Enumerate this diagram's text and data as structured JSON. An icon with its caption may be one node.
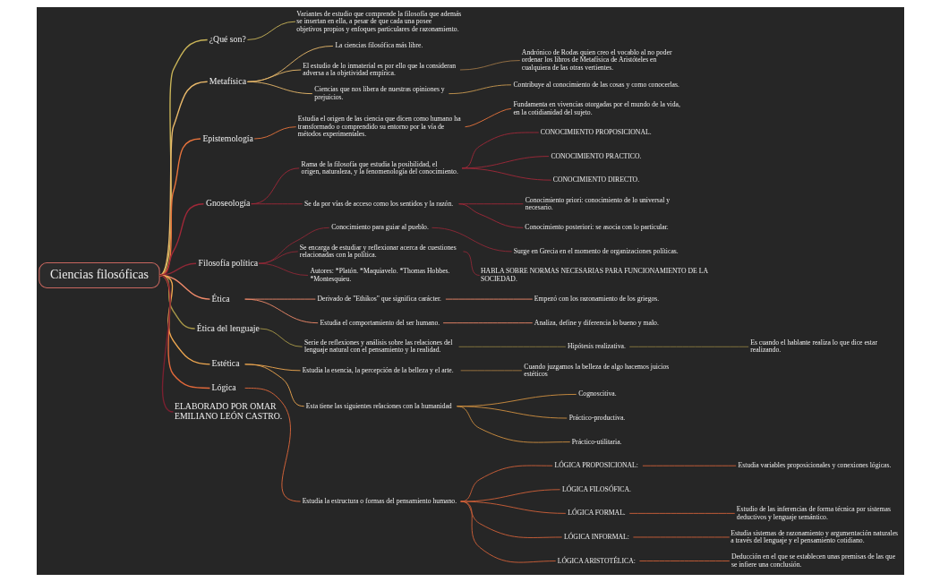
{
  "diagram": {
    "nodes": [
      {
        "text": [
          "Ciencias filosóficas"
        ]
      },
      {
        "text": [
          "¿Qué son?"
        ]
      },
      {
        "text": [
          "Variantes de estudio que comprende la filosofía que además se insertan en ella, a pesar de que cada una posee objetivos propios y enfoques particulares de razonamiento."
        ]
      },
      {
        "text": [
          "Metafísica"
        ]
      },
      {
        "text": [
          "La ciencias filosófica más libre."
        ]
      },
      {
        "text": [
          "El estudio de lo inmaterial es por ello que la consideran adversa a la objetividad empírica."
        ]
      },
      {
        "text": [
          "Andrónico de Rodas quien creo el vocablo al no poder ordenar los libros de Metafísica de Aristóteles en cualquiera de las otras vertientes."
        ]
      },
      {
        "text": [
          "Ciencias que nos libera de nuestras opiniones y prejuicios."
        ]
      },
      {
        "text": [
          "Contribuye al conocimiento de las cosas y como conocerlas."
        ]
      },
      {
        "text": [
          "Epistemología"
        ]
      },
      {
        "text": [
          "Estudia el origen de las ciencia que dicen como humano ha transformado o comprendido su entorno por la vía de métodos experimentales."
        ]
      },
      {
        "text": [
          "Fundamenta en vivencias otorgadas por el mundo de la vida, en la cotidianidad del sujeto."
        ]
      },
      {
        "text": [
          "Gnoseología"
        ]
      },
      {
        "text": [
          "Rama de la filosofía que estudia la posibilidad, el origen, naturaleza, y la fenomenología del conocimiento."
        ]
      },
      {
        "text": [
          "CONOCIMIENTO PROPOSICIONAL."
        ]
      },
      {
        "text": [
          "CONOCIMIENTO PRACTICO."
        ]
      },
      {
        "text": [
          "CONOCIMIENTO DIRECTO."
        ]
      },
      {
        "text": [
          "Se da por vías de acceso como los sentidos y la razón."
        ]
      },
      {
        "text": [
          "Conocimiento priori: conocimiento de lo universal y necesario."
        ]
      },
      {
        "text": [
          "Conocimiento posteriori: se asocia con lo particular."
        ]
      },
      {
        "text": [
          "Filosofía política"
        ]
      },
      {
        "text": [
          "Conocimiento para guiar al pueblo."
        ]
      },
      {
        "text": [
          "Surge en Grecia en el momento de organizaciones políticas."
        ]
      },
      {
        "text": [
          "Se encarga de estudiar y reflexionar acerca de cuestiones relacionadas con la política."
        ]
      },
      {
        "text": [
          "HABLA SOBRE NORMAS NECESARIAS PARA FUNCIONAMIENTO DE LA SOCIEDAD."
        ]
      },
      {
        "text": [
          "Autores: *Platón. *Maquiavelo. *Thomas Hobbes. *Montesquieu."
        ]
      },
      {
        "text": [
          "Ética"
        ]
      },
      {
        "text": [
          "Derivado de \"Ethikos\" que significa carácter."
        ]
      },
      {
        "text": [
          "Empezó con los razonamiento de los griegos."
        ]
      },
      {
        "text": [
          "Estudia el comportamiento del ser humano."
        ]
      },
      {
        "text": [
          "Analiza, define y diferencia lo bueno y malo."
        ]
      },
      {
        "text": [
          "Ética del lenguaje"
        ]
      },
      {
        "text": [
          "Serie de reflexiones y análisis sobre las relaciones del lenguaje natural con el pensamiento y la realidad."
        ]
      },
      {
        "text": [
          "Hipótesis realizativa."
        ]
      },
      {
        "text": [
          "Es cuando el hablante realiza lo que dice estar realizando."
        ]
      },
      {
        "text": [
          "Estética"
        ]
      },
      {
        "text": [
          "Estudia la esencia, la percepción de la belleza y el arte."
        ]
      },
      {
        "text": [
          "Cuando juzgamos la belleza de algo hacemos juicios estéticos"
        ]
      },
      {
        "text": [
          "Esta tiene las siguientes relaciones con la humanidad"
        ]
      },
      {
        "text": [
          "Cognoscitiva."
        ]
      },
      {
        "text": [
          "Práctico-productiva."
        ]
      },
      {
        "text": [
          "Práctico-utilitaria."
        ]
      },
      {
        "text": [
          "Lógica"
        ]
      },
      {
        "text": [
          "Estudia la estructura o formas del pensamiento humano."
        ]
      },
      {
        "text": [
          "LÓGICA PROPOSICIONAL:"
        ]
      },
      {
        "text": [
          "Estudia variables proposicionales y conexiones lógicas."
        ]
      },
      {
        "text": [
          "LÓGICA FILOSÓFICA."
        ]
      },
      {
        "text": [
          "LÓGICA FORMAL."
        ]
      },
      {
        "text": [
          "Estudio de las inferencias de forma técnica por sistemas deductivos y lenguaje semántico."
        ]
      },
      {
        "text": [
          "LÓGICA INFORMAL:"
        ]
      },
      {
        "text": [
          "Estudia sistemas de razonamiento y argumentación naturales a través del lenguaje y el pensamiento cotidiano."
        ]
      },
      {
        "text": [
          "LÓGICA ARISTOTÉLICA:"
        ]
      },
      {
        "text": [
          "Deducción en el que se establecen unas premisas de las que se infiere una conclusión."
        ]
      },
      {
        "text": [
          "ELABORADO POR OMAR EMILIANO LEÓN CASTRO."
        ]
      }
    ],
    "edges": [
      {
        "from": 0,
        "to": 1,
        "arrow": "none",
        "color": "#c9b458"
      },
      {
        "from": 1,
        "to": 2,
        "arrow": "none",
        "color": "#c9b458"
      },
      {
        "from": 0,
        "to": 3,
        "arrow": "none",
        "color": "#e8b86a"
      },
      {
        "from": 3,
        "to": 4,
        "arrow": "none",
        "color": "#e8b86a"
      },
      {
        "from": 3,
        "to": 5,
        "arrow": "none",
        "color": "#e8b86a"
      },
      {
        "from": 5,
        "to": 6,
        "arrow": "none",
        "color": "#9a7446"
      },
      {
        "from": 3,
        "to": 7,
        "arrow": "none",
        "color": "#e8b86a"
      },
      {
        "from": 7,
        "to": 8,
        "arrow": "none",
        "color": "#c89850"
      },
      {
        "from": 0,
        "to": 9,
        "arrow": "none",
        "color": "#e8743c"
      },
      {
        "from": 9,
        "to": 10,
        "arrow": "none",
        "color": "#e8743c"
      },
      {
        "from": 10,
        "to": 11,
        "arrow": "none",
        "color": "#e8743c"
      },
      {
        "from": 0,
        "to": 12,
        "arrow": "none",
        "color": "#a02838"
      },
      {
        "from": 12,
        "to": 13,
        "arrow": "none",
        "color": "#a02838"
      },
      {
        "from": 13,
        "to": 14,
        "arrow": "none",
        "color": "#a02838"
      },
      {
        "from": 13,
        "to": 15,
        "arrow": "none",
        "color": "#a02838"
      },
      {
        "from": 13,
        "to": 16,
        "arrow": "none",
        "color": "#a02838"
      },
      {
        "from": 12,
        "to": 17,
        "arrow": "none",
        "color": "#a02838"
      },
      {
        "from": 17,
        "to": 18,
        "arrow": "none",
        "color": "#a02838"
      },
      {
        "from": 17,
        "to": 19,
        "arrow": "none",
        "color": "#a02838"
      },
      {
        "from": 0,
        "to": 20,
        "arrow": "none",
        "color": "#8e2836"
      },
      {
        "from": 20,
        "to": 21,
        "arrow": "none",
        "color": "#8e2836"
      },
      {
        "from": 21,
        "to": 22,
        "arrow": "none",
        "color": "#8e2836"
      },
      {
        "from": 20,
        "to": 23,
        "arrow": "none",
        "color": "#8e2836"
      },
      {
        "from": 23,
        "to": 24,
        "arrow": "none",
        "color": "#8e2836"
      },
      {
        "from": 20,
        "to": 25,
        "arrow": "none",
        "color": "#8e2836"
      },
      {
        "from": 0,
        "to": 26,
        "arrow": "none",
        "color": "#f08a6a"
      },
      {
        "from": 26,
        "to": 27,
        "arrow": "none",
        "color": "#f08a6a"
      },
      {
        "from": 27,
        "to": 28,
        "arrow": "none",
        "color": "#f08a6a"
      },
      {
        "from": 26,
        "to": 29,
        "arrow": "none",
        "color": "#f08a6a"
      },
      {
        "from": 29,
        "to": 30,
        "arrow": "none",
        "color": "#f08a6a"
      },
      {
        "from": 0,
        "to": 31,
        "arrow": "none",
        "color": "#a89848"
      },
      {
        "from": 31,
        "to": 32,
        "arrow": "none",
        "color": "#a89848"
      },
      {
        "from": 32,
        "to": 33,
        "arrow": "none",
        "color": "#8a7a40"
      },
      {
        "from": 33,
        "to": 34,
        "arrow": "none",
        "color": "#8a7a40"
      },
      {
        "from": 0,
        "to": 35,
        "arrow": "none",
        "color": "#f0a850"
      },
      {
        "from": 35,
        "to": 36,
        "arrow": "none",
        "color": "#f0a850"
      },
      {
        "from": 36,
        "to": 37,
        "arrow": "none",
        "color": "#a07840"
      },
      {
        "from": 35,
        "to": 38,
        "arrow": "none",
        "color": "#f0a850"
      },
      {
        "from": 38,
        "to": 39,
        "arrow": "none",
        "color": "#d09040"
      },
      {
        "from": 38,
        "to": 40,
        "arrow": "none",
        "color": "#d09040"
      },
      {
        "from": 38,
        "to": 41,
        "arrow": "none",
        "color": "#d09040"
      },
      {
        "from": 0,
        "to": 42,
        "arrow": "none",
        "color": "#e0683a"
      },
      {
        "from": 42,
        "to": 43,
        "arrow": "none",
        "color": "#e0683a"
      },
      {
        "from": 43,
        "to": 44,
        "arrow": "none",
        "color": "#d06038"
      },
      {
        "from": 44,
        "to": 45,
        "arrow": "none",
        "color": "#d06038"
      },
      {
        "from": 43,
        "to": 46,
        "arrow": "none",
        "color": "#d06038"
      },
      {
        "from": 43,
        "to": 47,
        "arrow": "none",
        "color": "#d06038"
      },
      {
        "from": 47,
        "to": 48,
        "arrow": "none",
        "color": "#d06038"
      },
      {
        "from": 43,
        "to": 49,
        "arrow": "none",
        "color": "#d06038"
      },
      {
        "from": 49,
        "to": 50,
        "arrow": "none",
        "color": "#d06038"
      },
      {
        "from": 43,
        "to": 51,
        "arrow": "none",
        "color": "#d06038"
      },
      {
        "from": 51,
        "to": 52,
        "arrow": "none",
        "color": "#d06038"
      },
      {
        "from": 0,
        "to": 53,
        "arrow": "none",
        "color": "#7a2030"
      }
    ]
  }
}
